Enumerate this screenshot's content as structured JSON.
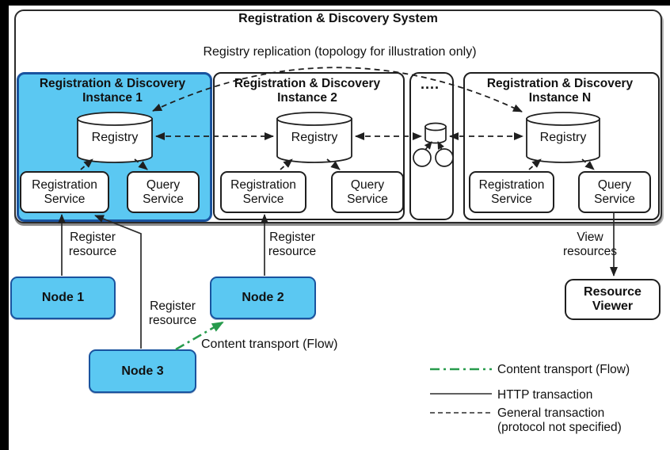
{
  "system": {
    "title": "Registration & Discovery System"
  },
  "replication_note": "Registry replication (topology for illustration only)",
  "instances": [
    {
      "title_line1": "Registration & Discovery",
      "title_line2": "Instance 1",
      "registry_label": "Registry",
      "registration_service_line1": "Registration",
      "registration_service_line2": "Service",
      "query_service_line1": "Query",
      "query_service_line2": "Service"
    },
    {
      "title_line1": "Registration & Discovery",
      "title_line2": "Instance 2",
      "registry_label": "Registry",
      "registration_service_line1": "Registration",
      "registration_service_line2": "Service",
      "query_service_line1": "Query",
      "query_service_line2": "Service"
    },
    {
      "title_line1": "Registration & Discovery",
      "title_line2": "Instance N",
      "registry_label": "Registry",
      "registration_service_line1": "Registration",
      "registration_service_line2": "Service",
      "query_service_line1": "Query",
      "query_service_line2": "Service"
    }
  ],
  "ellipsis_label": "....",
  "nodes": [
    {
      "label": "Node 1"
    },
    {
      "label": "Node 2"
    },
    {
      "label": "Node 3"
    }
  ],
  "resource_viewer": {
    "line1": "Resource",
    "line2": "Viewer"
  },
  "flow_labels": {
    "register_resource_1_line1": "Register",
    "register_resource_1_line2": "resource",
    "register_resource_2_line1": "Register",
    "register_resource_2_line2": "resource",
    "register_resource_3_line1": "Register",
    "register_resource_3_line2": "resource",
    "view_resources_line1": "View",
    "view_resources_line2": "resources",
    "content_transport": "Content transport (Flow)"
  },
  "legend": {
    "content_transport": "Content transport (Flow)",
    "http_transaction": "HTTP transaction",
    "general_transaction_line1": "General transaction",
    "general_transaction_line2": "(protocol not specified)"
  },
  "colors": {
    "highlight_fill": "#5bc8f2",
    "highlight_border": "#19539f",
    "flow_green": "#289b4d",
    "line_black": "#1f1f1f"
  }
}
